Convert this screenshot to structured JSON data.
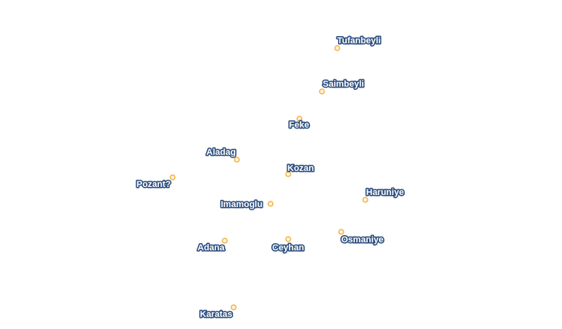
{
  "map": {
    "cities": [
      {
        "name": "Tufanbeyli",
        "color": "#f0a830"
      },
      {
        "name": "Saimbeyli",
        "color": "#f0a830"
      },
      {
        "name": "Feke",
        "color": "#f0a830"
      },
      {
        "name": "Aladag",
        "color": "#f0a830"
      },
      {
        "name": "Kozan",
        "color": "#f0a830"
      },
      {
        "name": "Pozant?",
        "color": "#f0a830"
      },
      {
        "name": "Haruniye",
        "color": "#f0a830"
      },
      {
        "name": "Imamoglu",
        "color": "#f0a830"
      },
      {
        "name": "Osmaniye",
        "color": "#f0a830"
      },
      {
        "name": "Adana",
        "color": "#f0a830"
      },
      {
        "name": "Ceyhan",
        "color": "#f0a830"
      },
      {
        "name": "Karatas",
        "color": "#f0a830"
      }
    ],
    "label_color": "#2b4d7e"
  }
}
